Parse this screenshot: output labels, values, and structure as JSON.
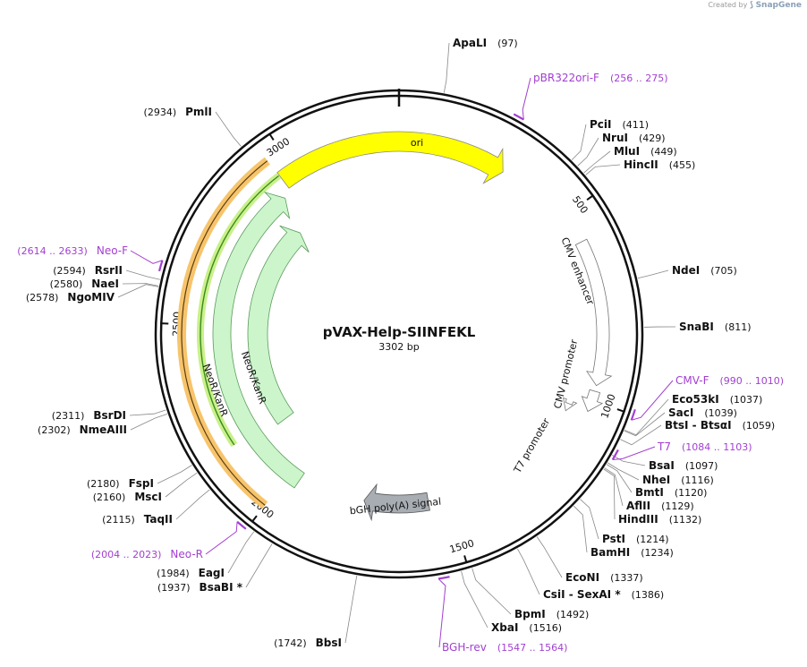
{
  "credit": {
    "prefix": "Created by",
    "brand": "SnapGene"
  },
  "plasmid": {
    "name": "pVAX-Help-SIINFEKL",
    "length_label": "3302 bp"
  },
  "ticks": [
    "500",
    "1000",
    "1500",
    "2000",
    "2500",
    "3000"
  ],
  "enzymes": [
    {
      "name": "ApaLI",
      "pos": "(97)"
    },
    {
      "name": "PciI",
      "pos": "(411)"
    },
    {
      "name": "NruI",
      "pos": "(429)"
    },
    {
      "name": "MluI",
      "pos": "(449)"
    },
    {
      "name": "HincII",
      "pos": "(455)"
    },
    {
      "name": "NdeI",
      "pos": "(705)"
    },
    {
      "name": "SnaBI",
      "pos": "(811)"
    },
    {
      "name": "Eco53kI",
      "pos": "(1037)"
    },
    {
      "name": "SacI",
      "pos": "(1039)"
    },
    {
      "name": "BtsI - BtsαI",
      "pos": "(1059)"
    },
    {
      "name": "BsaI",
      "pos": "(1097)"
    },
    {
      "name": "NheI",
      "pos": "(1116)"
    },
    {
      "name": "BmtI",
      "pos": "(1120)"
    },
    {
      "name": "AflII",
      "pos": "(1129)"
    },
    {
      "name": "HindIII",
      "pos": "(1132)"
    },
    {
      "name": "PstI",
      "pos": "(1214)"
    },
    {
      "name": "BamHI",
      "pos": "(1234)"
    },
    {
      "name": "EcoNI",
      "pos": "(1337)"
    },
    {
      "name": "CsiI - SexAI *",
      "pos": "(1386)"
    },
    {
      "name": "BpmI",
      "pos": "(1492)"
    },
    {
      "name": "XbaI",
      "pos": "(1516)"
    },
    {
      "name": "BbsI",
      "pos": "(1742)"
    },
    {
      "name": "BsaBI *",
      "pos": "(1937)"
    },
    {
      "name": "EagI",
      "pos": "(1984)"
    },
    {
      "name": "TaqII",
      "pos": "(2115)"
    },
    {
      "name": "MscI",
      "pos": "(2160)"
    },
    {
      "name": "FspI",
      "pos": "(2180)"
    },
    {
      "name": "NmeAIII",
      "pos": "(2302)"
    },
    {
      "name": "BsrDI",
      "pos": "(2311)"
    },
    {
      "name": "NgoMIV",
      "pos": "(2578)"
    },
    {
      "name": "NaeI",
      "pos": "(2580)"
    },
    {
      "name": "RsrII",
      "pos": "(2594)"
    },
    {
      "name": "PmlI",
      "pos": "(2934)"
    }
  ],
  "primers": [
    {
      "name": "pBR322ori-F",
      "range": "(256 .. 275)"
    },
    {
      "name": "CMV-F",
      "range": "(990 .. 1010)"
    },
    {
      "name": "T7",
      "range": "(1084 .. 1103)"
    },
    {
      "name": "BGH-rev",
      "range": "(1547 .. 1564)"
    },
    {
      "name": "Neo-R",
      "range": "(2004 .. 2023)"
    },
    {
      "name": "Neo-F",
      "range": "(2614 .. 2633)"
    }
  ],
  "features": [
    {
      "name": "ori",
      "color": "#ffff00"
    },
    {
      "name": "CMV enhancer",
      "color": "#ffffff"
    },
    {
      "name": "CMV promoter",
      "color": "#ffffff"
    },
    {
      "name": "T7 promoter",
      "color": "#ffffff"
    },
    {
      "name": "bGH poly(A) signal",
      "color": "#a8adb3"
    },
    {
      "name": "NeoR/KanR",
      "color": "#ccf5cc"
    },
    {
      "name": "NeoR/KanR",
      "color": "#ccf5cc"
    }
  ],
  "colors": {
    "primer": "#a23fd1",
    "orf_highlight": "#f7c46c",
    "orf_line": "#3a8a1e"
  }
}
